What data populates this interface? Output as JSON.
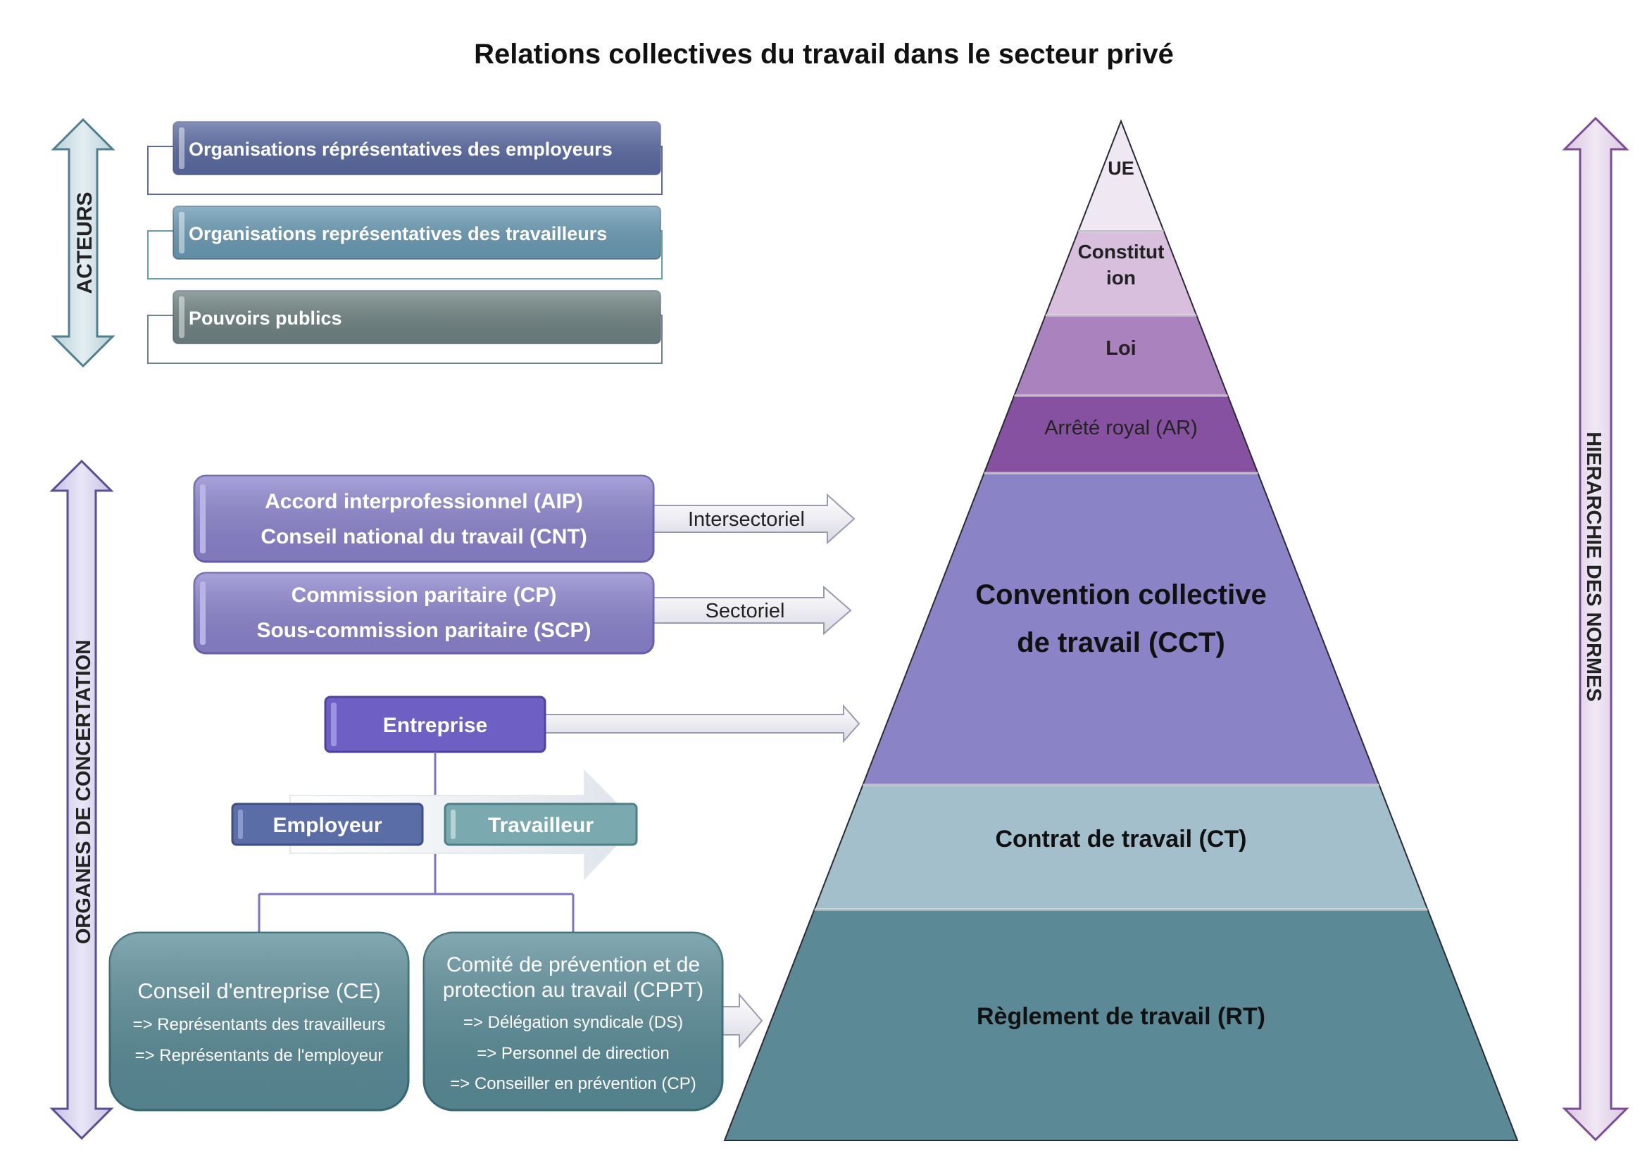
{
  "title": "Relations collectives du travail dans le secteur privé",
  "left_arrows": {
    "acteurs": "ACTEURS",
    "organes": "ORGANES DE CONCERTATION"
  },
  "right_arrow": "HIERARCHIE DES NORMES",
  "acteurs": [
    {
      "label": "Organisations réprésentatives des employeurs",
      "color": "#5a6aa2"
    },
    {
      "label": "Organisations représentatives des travailleurs",
      "color": "#6a9bb5"
    },
    {
      "label": "Pouvoirs publics",
      "color": "#6f8382"
    }
  ],
  "organes": {
    "interpro": {
      "line1": "Accord interprofessionnel (AIP)",
      "line2": "Conseil national du travail (CNT)",
      "arrow": "Intersectoriel"
    },
    "sectoriel": {
      "line1": "Commission paritaire (CP)",
      "line2": "Sous-commission paritaire (SCP)",
      "arrow": "Sectoriel"
    },
    "entreprise": "Entreprise",
    "employeur": "Employeur",
    "travailleur": "Travailleur",
    "ce": {
      "title": "Conseil d'entreprise (CE)",
      "l1": "=> Représentants des travailleurs",
      "l2": "=> Représentants de l'employeur"
    },
    "cppt": {
      "title1": "Comité de prévention et de",
      "title2": "protection au travail (CPPT)",
      "l1": "=> Délégation syndicale (DS)",
      "l2": "=> Personnel de direction",
      "l3": "=> Conseiller en prévention (CP)"
    }
  },
  "pyramid": [
    {
      "lines": [
        "UE"
      ],
      "color": "#efe8f3"
    },
    {
      "lines": [
        "Constitut",
        "ion"
      ],
      "color": "#d7bfdd"
    },
    {
      "lines": [
        "Loi"
      ],
      "color": "#aa82be"
    },
    {
      "lines": [
        "Arrêté royal (AR)"
      ],
      "color": "#8651a0"
    },
    {
      "lines": [
        "Convention collective",
        "de travail (CCT)"
      ],
      "color": "#8a83c6"
    },
    {
      "lines": [
        "Contrat de travail (CT)"
      ],
      "color": "#a4bfcc"
    },
    {
      "lines": [
        "Règlement de travail (RT)"
      ],
      "color": "#5b8a96"
    }
  ]
}
